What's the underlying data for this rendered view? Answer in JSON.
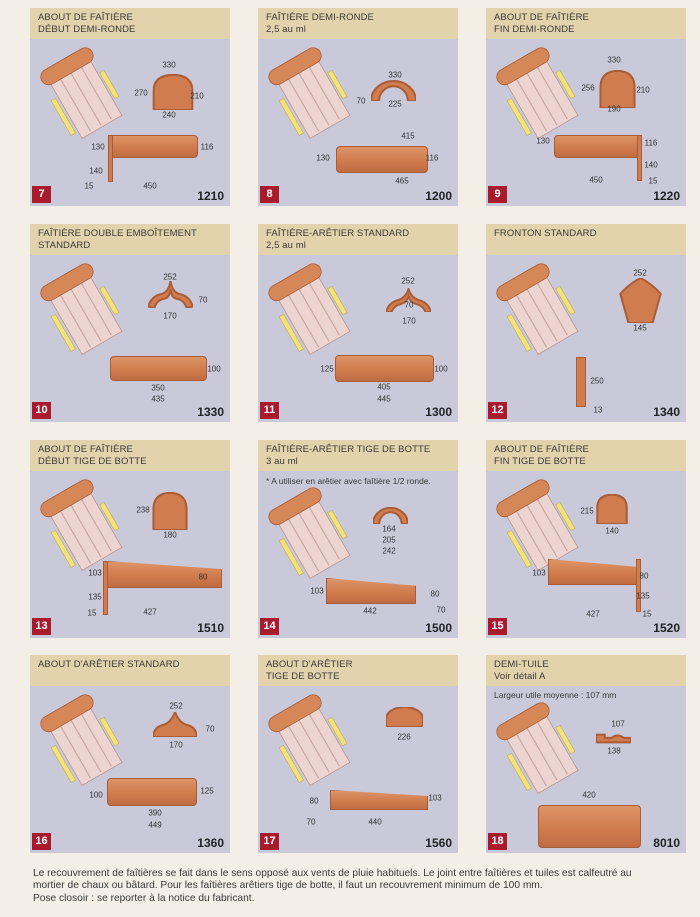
{
  "cards": [
    {
      "number": "7",
      "title": [
        "ABOUT DE FAÎTIÈRE",
        "DÉBUT DEMI-RONDE"
      ],
      "note": "",
      "code": "1210",
      "dims": [
        "330",
        "270",
        "210",
        "240",
        "130",
        "116",
        "140",
        "15",
        "450"
      ]
    },
    {
      "number": "8",
      "title": [
        "FAÎTIÈRE DEMI-RONDE",
        "2,5 au ml"
      ],
      "note": "",
      "code": "1200",
      "dims": [
        "330",
        "70",
        "225",
        "415",
        "130",
        "116",
        "465"
      ]
    },
    {
      "number": "9",
      "title": [
        "ABOUT DE FAÎTIÈRE",
        "FIN DEMI-RONDE"
      ],
      "note": "",
      "code": "1220",
      "dims": [
        "330",
        "256",
        "210",
        "190",
        "130",
        "116",
        "140",
        "450",
        "15"
      ]
    },
    {
      "number": "10",
      "title": [
        "FAÎTIÈRE DOUBLE EMBOÎTEMENT",
        "STANDARD"
      ],
      "note": "",
      "code": "1330",
      "dims": [
        "252",
        "70",
        "170",
        "100",
        "350",
        "435"
      ]
    },
    {
      "number": "11",
      "title": [
        "FAÎTIÈRE-ARÊTIER STANDARD",
        "2,5 au ml"
      ],
      "note": "",
      "code": "1300",
      "dims": [
        "252",
        "70",
        "170",
        "125",
        "100",
        "405",
        "445"
      ]
    },
    {
      "number": "12",
      "title": [
        "FRONTON STANDARD"
      ],
      "note": "",
      "code": "1340",
      "dims": [
        "252",
        "145",
        "250",
        "13"
      ]
    },
    {
      "number": "13",
      "title": [
        "ABOUT DE FAÎTIÈRE",
        "DÉBUT TIGE DE BOTTE"
      ],
      "note": "",
      "code": "1510",
      "dims": [
        "238",
        "180",
        "103",
        "80",
        "135",
        "15",
        "427"
      ]
    },
    {
      "number": "14",
      "title": [
        "FAÎTIÈRE-ARÊTIER TIGE DE BOTTE",
        "3 au ml"
      ],
      "note": "* A utiliser en arêtier avec faîtière 1/2 ronde.",
      "code": "1500",
      "dims": [
        "164",
        "205",
        "242",
        "103",
        "80",
        "442",
        "70"
      ]
    },
    {
      "number": "15",
      "title": [
        "ABOUT DE FAÎTIÈRE",
        "FIN TIGE DE BOTTE"
      ],
      "note": "",
      "code": "1520",
      "dims": [
        "215",
        "140",
        "103",
        "80",
        "135",
        "15",
        "427"
      ]
    },
    {
      "number": "16",
      "title": [
        "ABOUT D'ARÊTIER STANDARD"
      ],
      "note": "",
      "code": "1360",
      "dims": [
        "252",
        "70",
        "170",
        "100",
        "125",
        "390",
        "449"
      ]
    },
    {
      "number": "17",
      "title": [
        "ABOUT D'ARÊTIER",
        "TIGE DE BOTTE"
      ],
      "note": "",
      "code": "1560",
      "dims": [
        "226",
        "80",
        "103",
        "70",
        "440"
      ]
    },
    {
      "number": "18",
      "title": [
        "DEMI-TUILE",
        "Voir détail A"
      ],
      "note": "Largeur utile moyenne : 107 mm",
      "code": "8010",
      "dims": [
        "107",
        "138",
        "420"
      ]
    }
  ],
  "footer": [
    "Le recouvrement de faîtières se fait dans le sens opposé aux vents de pluie habituels. Le joint entre faîtières et tuiles est calfeutré au",
    "mortier de chaux ou bâtard. Pour les faîtières arêtiers tige de botte, il faut un recouvrement minimum de 100 mm.",
    "Pose closoir : se reporter à la notice du fabricant."
  ],
  "colors": {
    "card_body": "#c9c9da",
    "card_header": "#e2d3ad",
    "badge": "#a81a2c",
    "terracotta": "#d07c4e",
    "page": "#f3efe6"
  }
}
